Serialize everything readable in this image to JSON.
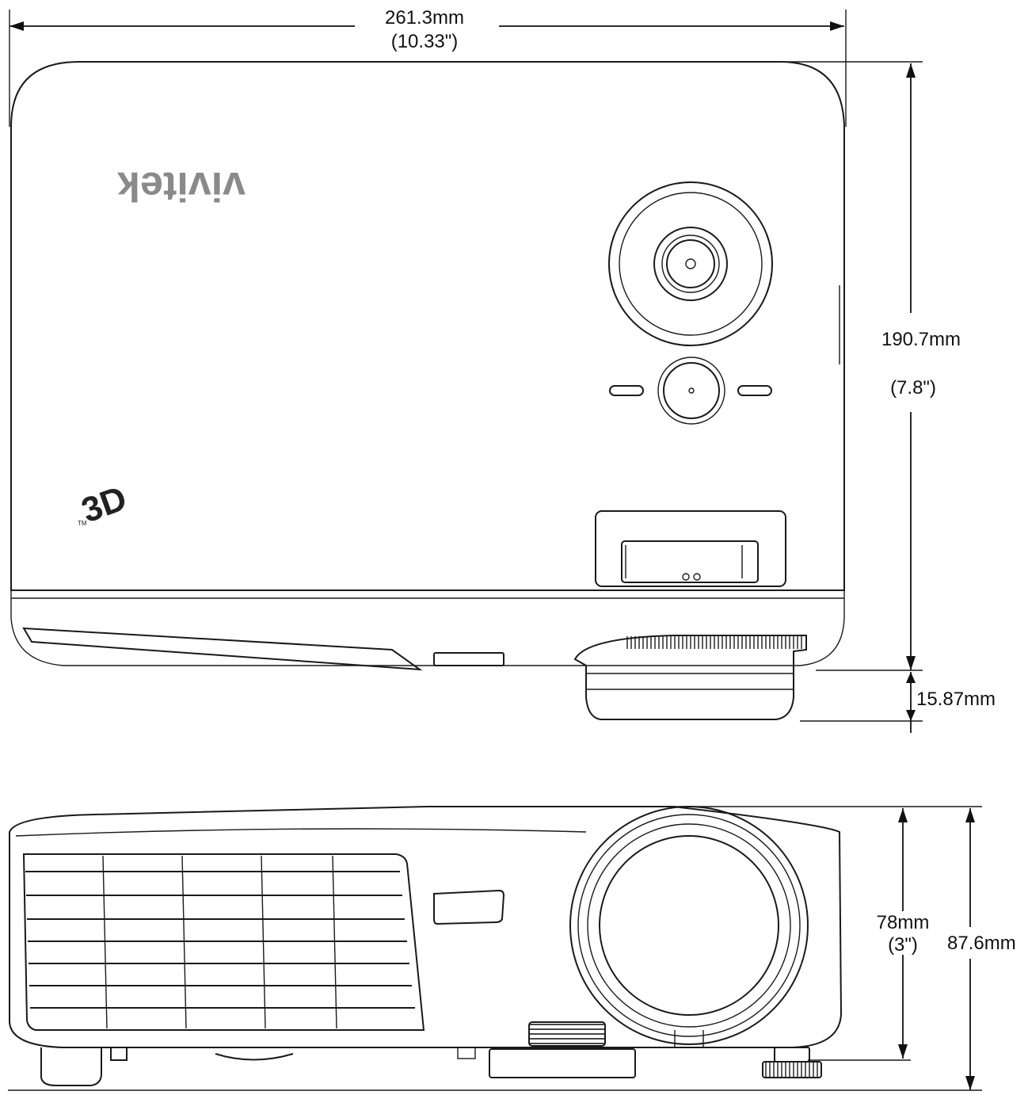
{
  "brand": {
    "logo_text": "vivitek",
    "badge_text": "3D"
  },
  "dimensions": {
    "width_mm": "261.3mm",
    "width_in": "(10.33\")",
    "depth_mm": "190.7mm",
    "depth_in": "(7.8\")",
    "lens_protrusion": "15.87mm",
    "height_body_mm": "78mm",
    "height_body_in": "(3\")",
    "height_total": "87.6mm"
  },
  "colors": {
    "line": "#1a1a1a",
    "logo": "#8a8a8a"
  }
}
